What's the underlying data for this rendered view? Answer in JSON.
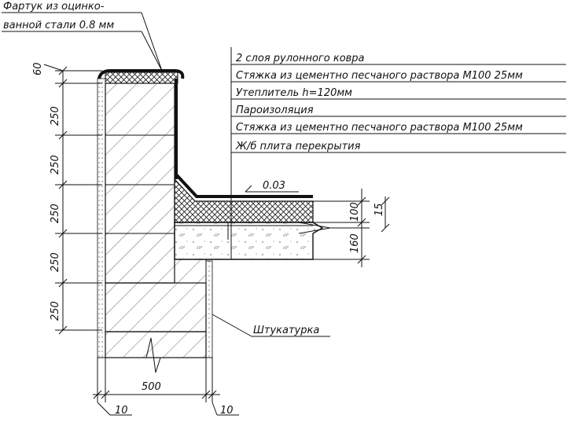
{
  "labels": {
    "apron_line1": "Фартук из оцинко-",
    "apron_line2": "ванной стали 0.8 мм",
    "layer1": "2 слоя рулонного ковра",
    "layer2": "Стяжка из цементно песчаного раствора М100 25мм",
    "layer3": "Утеплитель h=120мм",
    "layer4": "Пароизоляция",
    "layer5": "Стяжка из цементно песчаного раствора М100 25мм",
    "layer6": "Ж/б плита перекрытия",
    "slope": "0.03",
    "plaster": "Штукатурка"
  },
  "dimensions": {
    "top": "60",
    "course1": "250",
    "course2": "250",
    "course3": "250",
    "course4": "250",
    "course5": "250",
    "insulation": "100",
    "screed": "15",
    "slab": "160",
    "wall": "500",
    "plaster_left": "10",
    "plaster_right": "10"
  }
}
